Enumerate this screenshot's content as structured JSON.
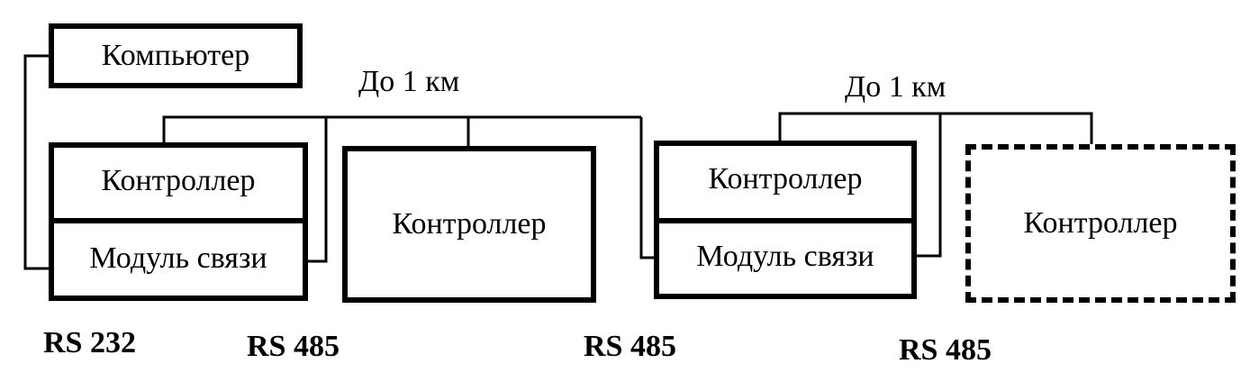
{
  "labels": {
    "computer": "Компьютер",
    "controller": "Контроллер",
    "comm_module": "Модуль связи",
    "distance_1": "До 1 км",
    "distance_2": "До 1 км",
    "rs232": "RS 232",
    "rs485_1": "RS 485",
    "rs485_2": "RS 485",
    "rs485_3": "RS 485"
  }
}
